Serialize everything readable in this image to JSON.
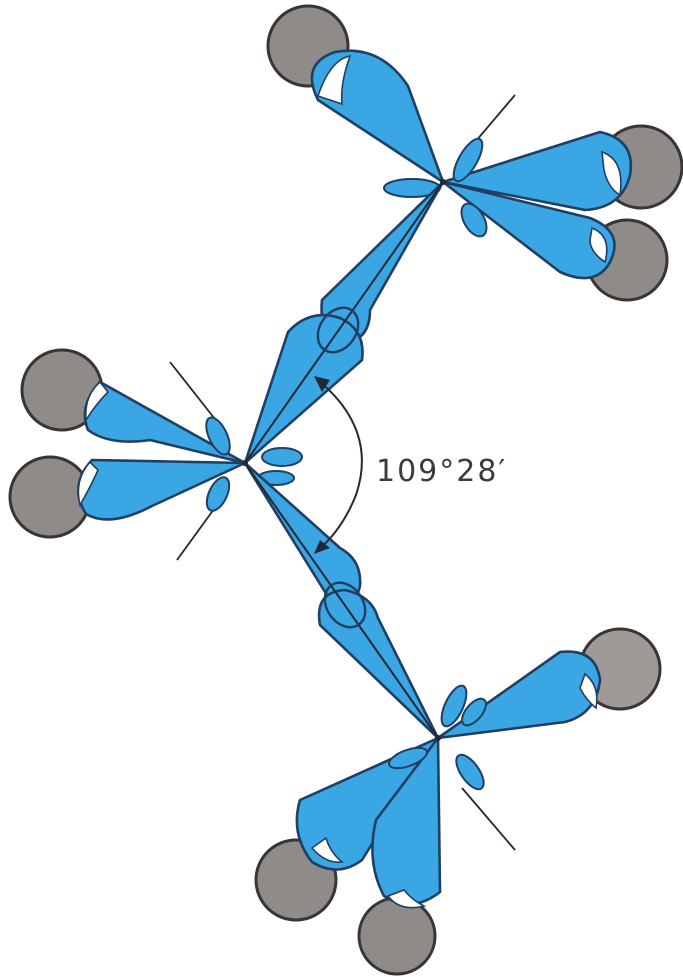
{
  "diagram": {
    "angle_label": "109°28′"
  },
  "colors": {
    "orbital_fill": "#3aa6e4",
    "orbital_stroke": "#1f3f63",
    "hydrogen_fill": "#8f8b89",
    "hydrogen_stroke": "#3a3432",
    "background": "#ffffff"
  },
  "carbons": [
    {
      "name": "top-carbon"
    },
    {
      "name": "middle-carbon"
    },
    {
      "name": "bottom-carbon"
    }
  ]
}
